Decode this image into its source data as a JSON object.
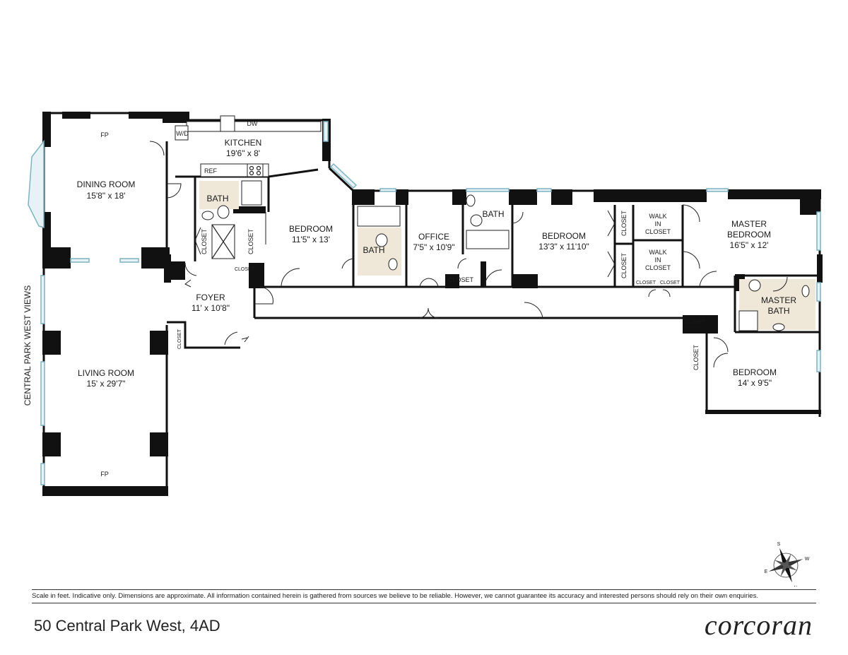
{
  "plan": {
    "rooms": {
      "dining": {
        "name": "DINING ROOM",
        "dim": "15'8\" x 18'"
      },
      "kitchen": {
        "name": "KITCHEN",
        "dim": "19'6\" x 8'"
      },
      "bath1": {
        "name": "BATH"
      },
      "bedroom1": {
        "name": "BEDROOM",
        "dim": "11'5\" x 13'"
      },
      "bath2": {
        "name": "BATH"
      },
      "office": {
        "name": "OFFICE",
        "dim": "7'5\" x 10'9\""
      },
      "bath3": {
        "name": "BATH"
      },
      "bedroom2": {
        "name": "BEDROOM",
        "dim": "13'3\" x 11'10\""
      },
      "master": {
        "name1": "MASTER",
        "name2": "BEDROOM",
        "dim": "16'5\" x 12'"
      },
      "masterbath": {
        "name1": "MASTER",
        "name2": "BATH"
      },
      "foyer": {
        "name": "FOYER",
        "dim": "11' x 10'8\""
      },
      "living": {
        "name": "LIVING ROOM",
        "dim": "15' x 29'7\""
      },
      "bedroom3": {
        "name": "BEDROOM",
        "dim": "14' x 9'5\""
      }
    },
    "labels": {
      "fp": "FP",
      "wd": "W/D",
      "dw": "DW",
      "ref": "REF",
      "closet": "CLOSET",
      "walk1": "WALK",
      "walk2": "IN",
      "walk3": "CLOSET"
    },
    "views": "CENTRAL PARK WEST VIEWS",
    "compass": {
      "s": "S",
      "w": "W",
      "e": "E",
      "n": "N"
    }
  },
  "footer": {
    "disclaimer": "Scale in feet. Indicative only. Dimensions are approximate. All information contained herein is gathered from sources we believe to be reliable. However, we cannot guarantee its accuracy and interested persons should rely on their own enquiries.",
    "address": "50 Central Park West, 4AD",
    "brand": "corcoran"
  }
}
